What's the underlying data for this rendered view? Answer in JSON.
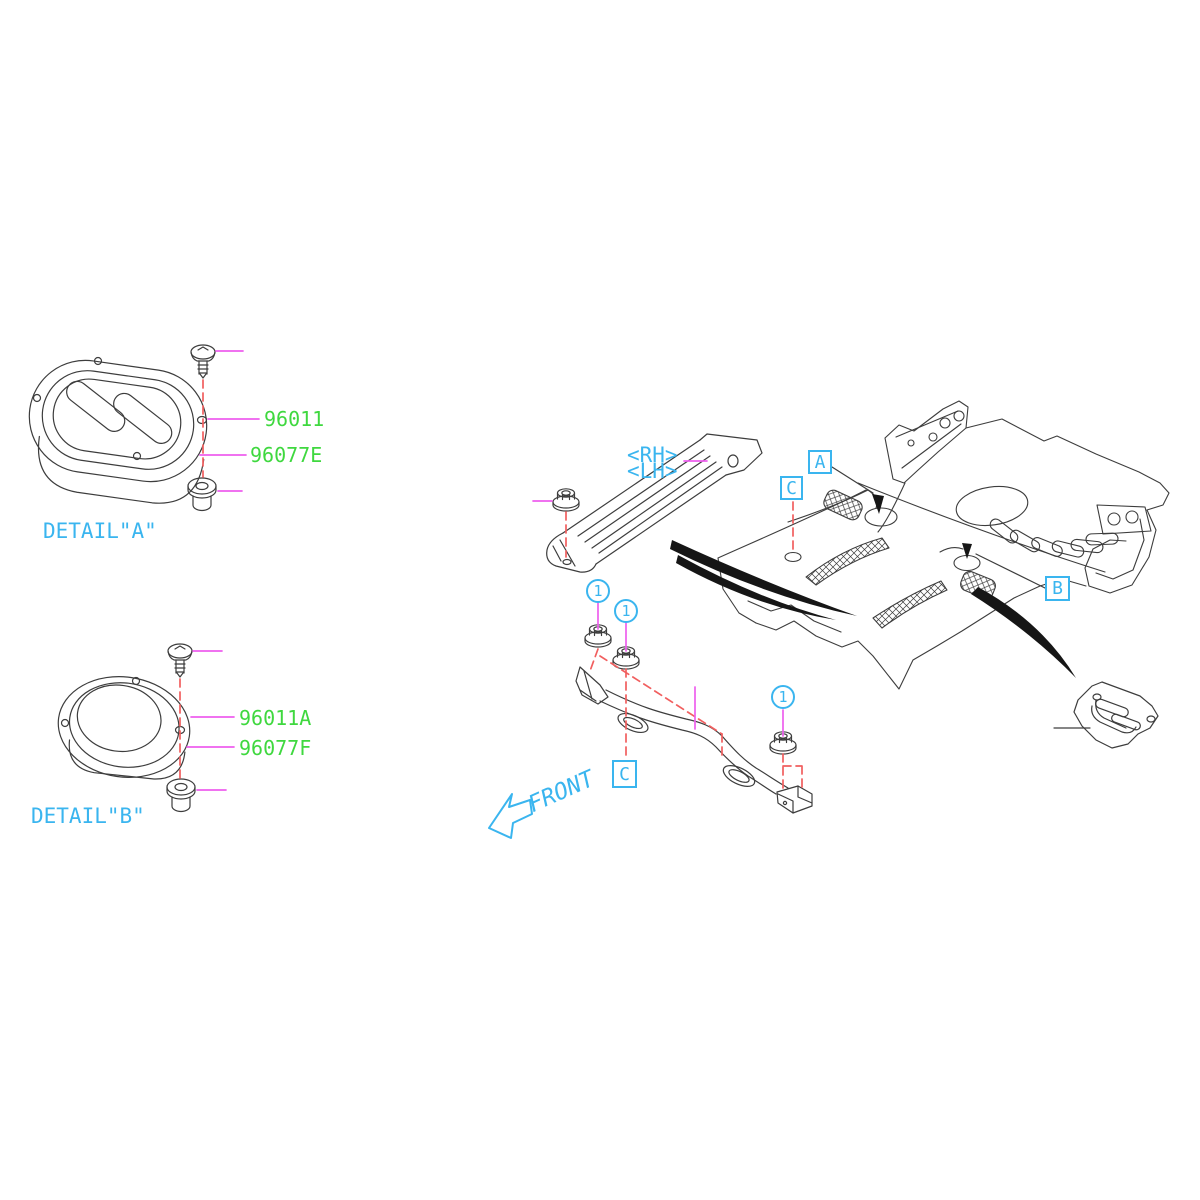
{
  "page": {
    "kind": "vehicle parts diagram",
    "background": "#ffffff"
  },
  "colors": {
    "part_number_green": "#3fd83f",
    "leader_magenta": "#ee5fee",
    "dashed_red": "#f15f5f",
    "callout_cyan": "#3ab5ef",
    "line_gray": "#3d3d3d"
  },
  "detail_a": {
    "caption": "DETAIL\"A\"",
    "part_plate": "96011",
    "part_gasket": "96077E"
  },
  "detail_b": {
    "caption": "DETAIL\"B\"",
    "part_plate": "96011A",
    "part_gasket": "96077F"
  },
  "main": {
    "side_rh": "<RH>",
    "side_lh": "<LH>",
    "callout_a": "A",
    "callout_b": "B",
    "callout_c": "C",
    "fastener_callout": "1",
    "front_label": "FRONT"
  }
}
